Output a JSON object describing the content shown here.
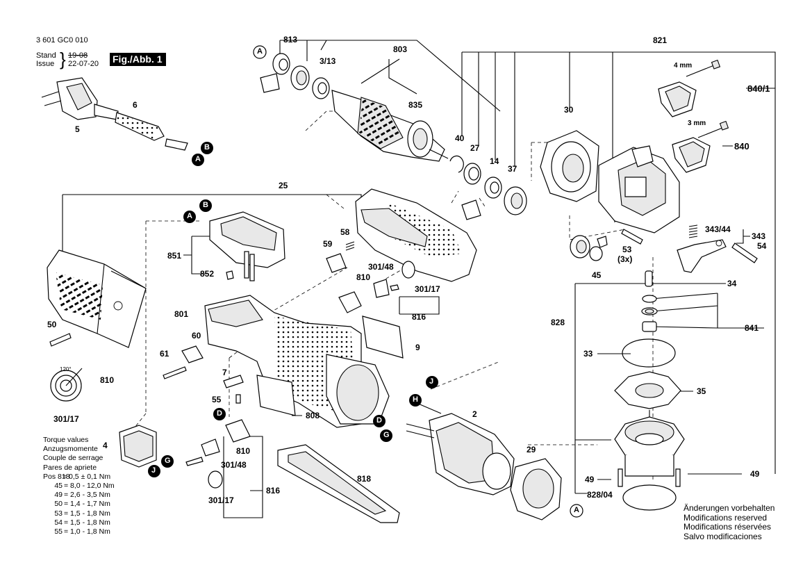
{
  "header": {
    "doc_number": "3 601 GC0 010",
    "stand_label": "Stand",
    "issue_label": "Issue",
    "stand_value": "19-08",
    "issue_value": "22-07-20",
    "fig_label": "Fig./Abb. 1"
  },
  "labels": {
    "p813": "813",
    "p803": "803",
    "p821": "821",
    "p3_13": "3/13",
    "p835": "835",
    "p6": "6",
    "p5": "5",
    "conn_b_top": "B",
    "conn_a_top": "A",
    "conn_a_left": "A",
    "p30": "30",
    "p40": "40",
    "p27": "27",
    "p14": "14",
    "p37": "37",
    "p840_1": "840/1",
    "p840": "840",
    "p4mm": "4 mm",
    "p3mm": "3 mm",
    "p25": "25",
    "conn_b_mid": "B",
    "conn_a_mid": "A",
    "p851": "851",
    "p852": "852",
    "p58": "58",
    "p59": "59",
    "p301_48_a": "301/48",
    "p810_a": "810",
    "p301_17_a": "301/17",
    "p816_a": "816",
    "p53": "53",
    "p3x": "(3x)",
    "p45": "45",
    "p343_44": "343/44",
    "p343": "343",
    "p54": "54",
    "p34": "34",
    "p828": "828",
    "p841": "841",
    "p33": "33",
    "p35": "35",
    "p50": "50",
    "p801": "801",
    "p60": "60",
    "p61": "61",
    "p9": "9",
    "p120": "120°",
    "p810_b": "810",
    "p301_17_b": "301/17",
    "p7": "7",
    "p55": "55",
    "p808": "808",
    "conn_j_mid": "J",
    "conn_h": "H",
    "p2": "2",
    "conn_d_mid": "D",
    "conn_g_mid": "G",
    "p29": "29",
    "conn_a_bot": "A",
    "p4": "4",
    "conn_g_left": "G",
    "conn_j_left": "J",
    "conn_d_left": "D",
    "p810_c": "810",
    "p301_48_b": "301/48",
    "p301_17_c": "301/17",
    "p816_b": "816",
    "p818": "818",
    "p49_a": "49",
    "p49_b": "49",
    "p828_04": "828/04"
  },
  "torque": {
    "heading": [
      "Torque values",
      "Anzugsmomente",
      "Couple de serrage",
      "Pares de apriete"
    ],
    "rows": [
      {
        "pos": "Pos 818",
        "value": "= 0,5 ± 0,1 Nm"
      },
      {
        "pos": "45",
        "value": "= 8,0 - 12,0 Nm"
      },
      {
        "pos": "49",
        "value": "= 2,6 - 3,5 Nm"
      },
      {
        "pos": "50",
        "value": "= 1,4 - 1,7 Nm"
      },
      {
        "pos": "53",
        "value": "= 1,5 - 1,8 Nm"
      },
      {
        "pos": "54",
        "value": "= 1,5 - 1,8 Nm"
      },
      {
        "pos": "55",
        "value": "= 1,0 - 1,8 Nm"
      }
    ]
  },
  "notes": [
    "Änderungen vorbehalten",
    "Modifications reserved",
    "Modifications réservées",
    "Salvo modificaciones"
  ]
}
